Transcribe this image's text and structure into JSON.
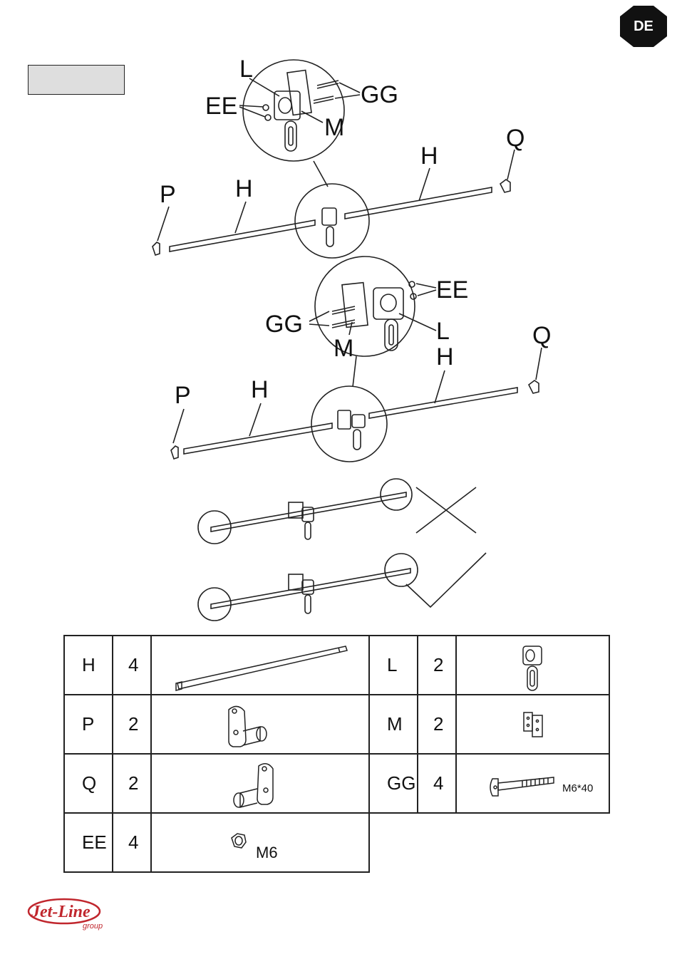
{
  "language_badge": "DE",
  "callouts": {
    "L": "L",
    "EE": "EE",
    "GG": "GG",
    "M": "M",
    "H": "H",
    "P": "P",
    "Q": "Q"
  },
  "parts_table": {
    "rows": [
      {
        "left": {
          "code": "H",
          "qty": "4",
          "part": "bar-icon"
        },
        "right": {
          "code": "L",
          "qty": "2",
          "part": "pulley-icon"
        }
      },
      {
        "left": {
          "code": "P",
          "qty": "2",
          "part": "bracket-left-icon"
        },
        "right": {
          "code": "M",
          "qty": "2",
          "part": "mount-plate-icon"
        }
      },
      {
        "left": {
          "code": "Q",
          "qty": "2",
          "part": "bracket-right-icon",
          "note": ""
        },
        "right": {
          "code": "GG",
          "qty": "4",
          "part": "bolt-icon",
          "note": "M6*40"
        }
      },
      {
        "left": {
          "code": "EE",
          "qty": "4",
          "part": "nut-icon",
          "note": "M6"
        }
      }
    ]
  },
  "logo": {
    "name": "Jet-Line",
    "sub": "group"
  },
  "colors": {
    "badge": "#111111",
    "step_box": "#dedede",
    "logo": "#c0262d"
  }
}
